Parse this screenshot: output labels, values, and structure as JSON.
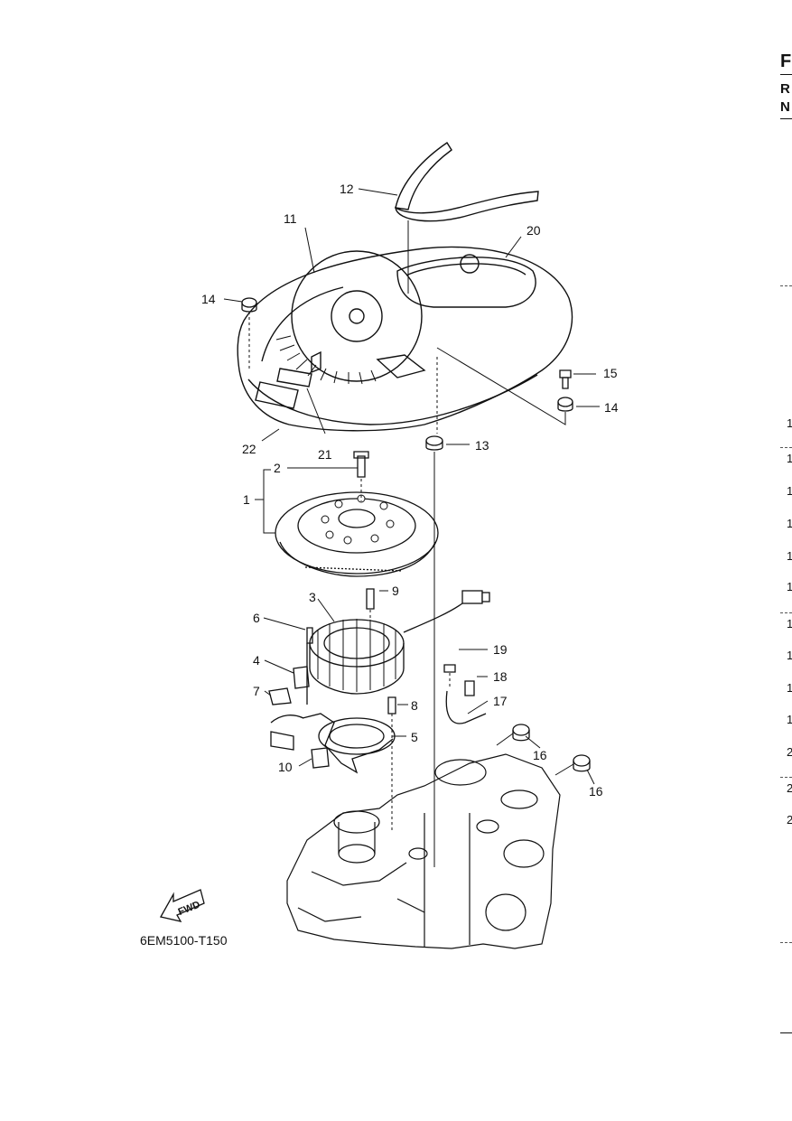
{
  "diagram_code": "6EM5100-T150",
  "fwd_label": "FWD",
  "callouts": {
    "c1": "1",
    "c2": "2",
    "c3": "3",
    "c4": "4",
    "c5": "5",
    "c6": "6",
    "c7": "7",
    "c8": "8",
    "c9": "9",
    "c10": "10",
    "c11": "11",
    "c12": "12",
    "c13": "13",
    "c14a": "14",
    "c14b": "14",
    "c15": "15",
    "c16a": "16",
    "c16b": "16",
    "c17": "17",
    "c18": "18",
    "c19": "19",
    "c20": "20",
    "c21": "21",
    "c22": "22"
  },
  "right_edge": {
    "header_letters": [
      "F",
      "R",
      "N"
    ],
    "row_digits": [
      "1",
      "1",
      "1",
      "1",
      "1",
      "1",
      "1",
      "1",
      "1",
      "1",
      "2",
      "2",
      "2"
    ]
  }
}
